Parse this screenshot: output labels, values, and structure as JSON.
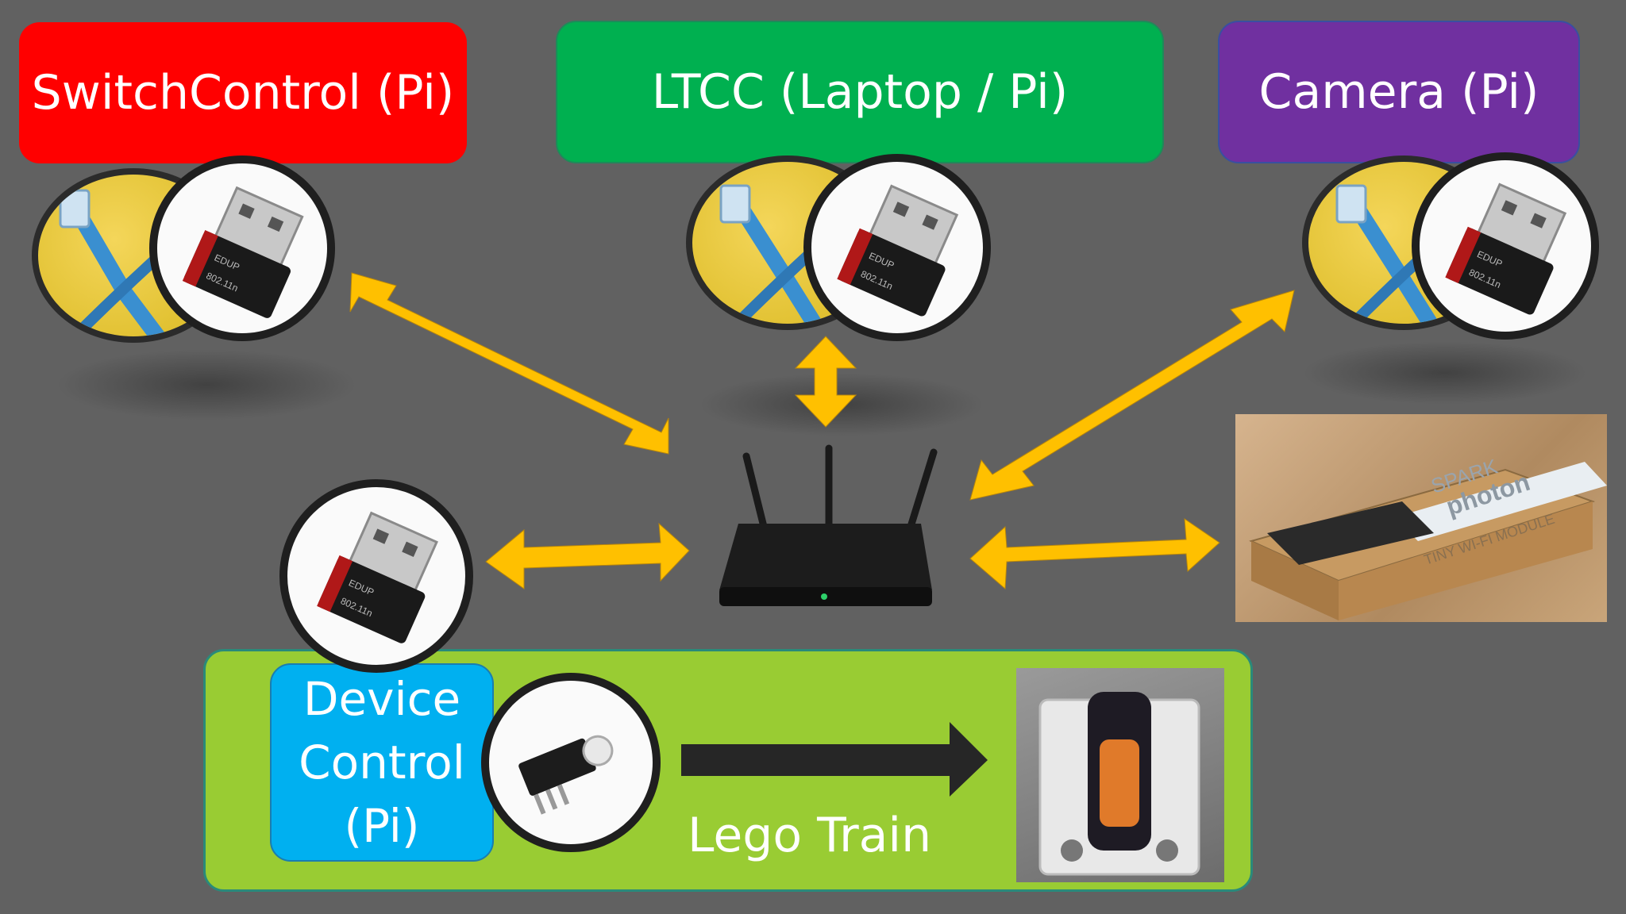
{
  "nodes": {
    "switch_control": "SwitchControl (Pi)",
    "ltcc": "LTCC (Laptop / Pi)",
    "camera": "Camera (Pi)",
    "device_control": [
      "Device",
      "Control",
      "(Pi)"
    ],
    "lego_train": "Lego Train"
  },
  "photos": {
    "wifi_dongle_labels": [
      "EDUP",
      "802.11n"
    ],
    "spark_photon_box": [
      "SPARK",
      "photon",
      "TINY WI-FI MODULE"
    ]
  },
  "colors": {
    "background": "#616161",
    "switch_control": "#ff0000",
    "ltcc": "#00b050",
    "camera": "#7030a0",
    "lego_train": "#99cc33",
    "device_control": "#00b0f0",
    "arrow": "#ffc000",
    "train_arrow": "#262626"
  },
  "icons": [
    "ethernet-cable-icon",
    "wifi-dongle-icon",
    "router-icon",
    "ir-sensor-icon",
    "spark-photon-photo",
    "lego-motor-photo"
  ]
}
